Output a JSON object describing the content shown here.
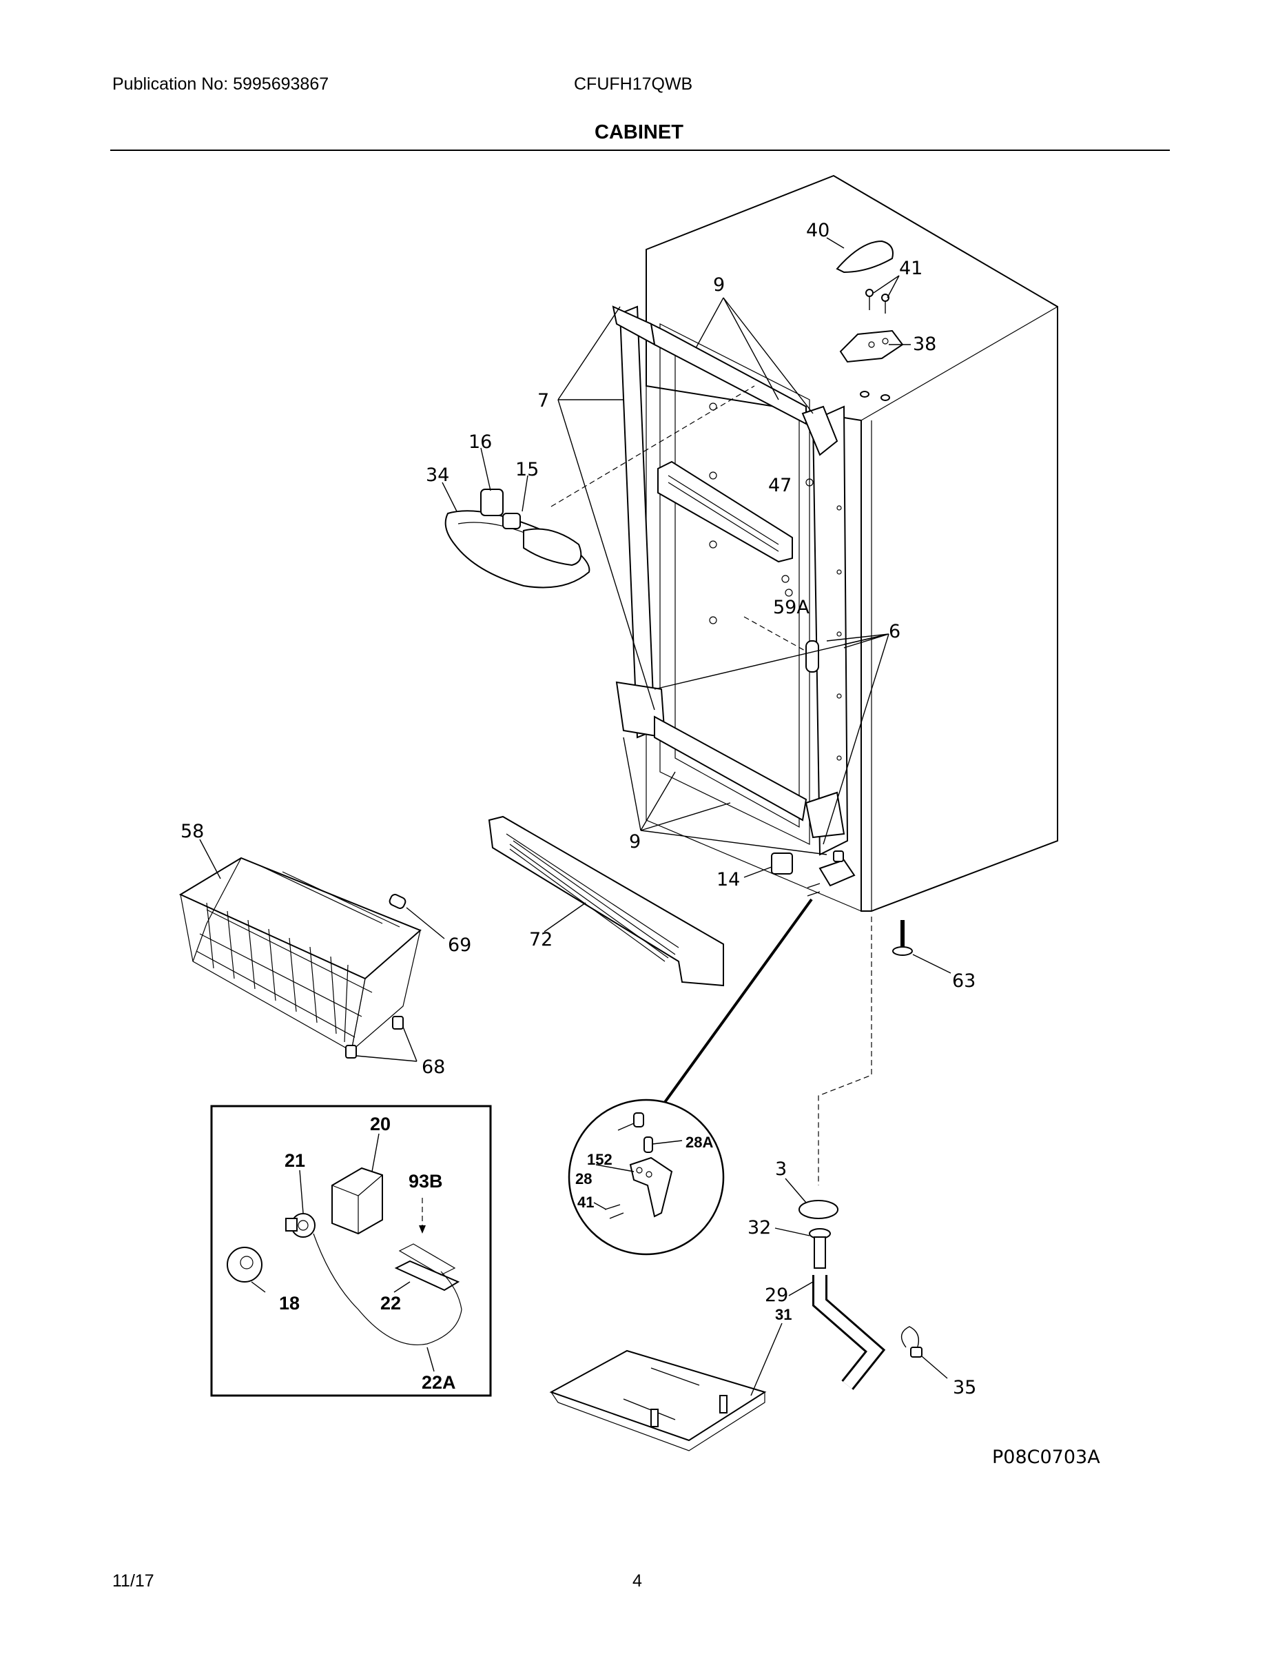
{
  "header": {
    "publication": "Publication No: 5995693867",
    "model": "CFUFH17QWB",
    "section_title": "CABINET"
  },
  "diagram": {
    "code": "P08C0703A",
    "labels": {
      "l40": "40",
      "l41a": "41",
      "l9a": "9",
      "l38": "38",
      "l7": "7",
      "l16": "16",
      "l15": "15",
      "l34": "34",
      "l47": "47",
      "l59a": "59A",
      "l6": "6",
      "l58": "58",
      "l9b": "9",
      "l14": "14",
      "l69": "69",
      "l72": "72",
      "l63": "63",
      "l68": "68",
      "l20": "20",
      "l21": "21",
      "l93b": "93B",
      "l18": "18",
      "l22": "22",
      "l22a": "22A",
      "l152": "152",
      "l28a": "28A",
      "l28": "28",
      "l41b": "41",
      "l3": "3",
      "l32": "32",
      "l29": "29",
      "l31": "31",
      "l35": "35"
    }
  },
  "footer": {
    "date": "11/17",
    "page": "4"
  }
}
